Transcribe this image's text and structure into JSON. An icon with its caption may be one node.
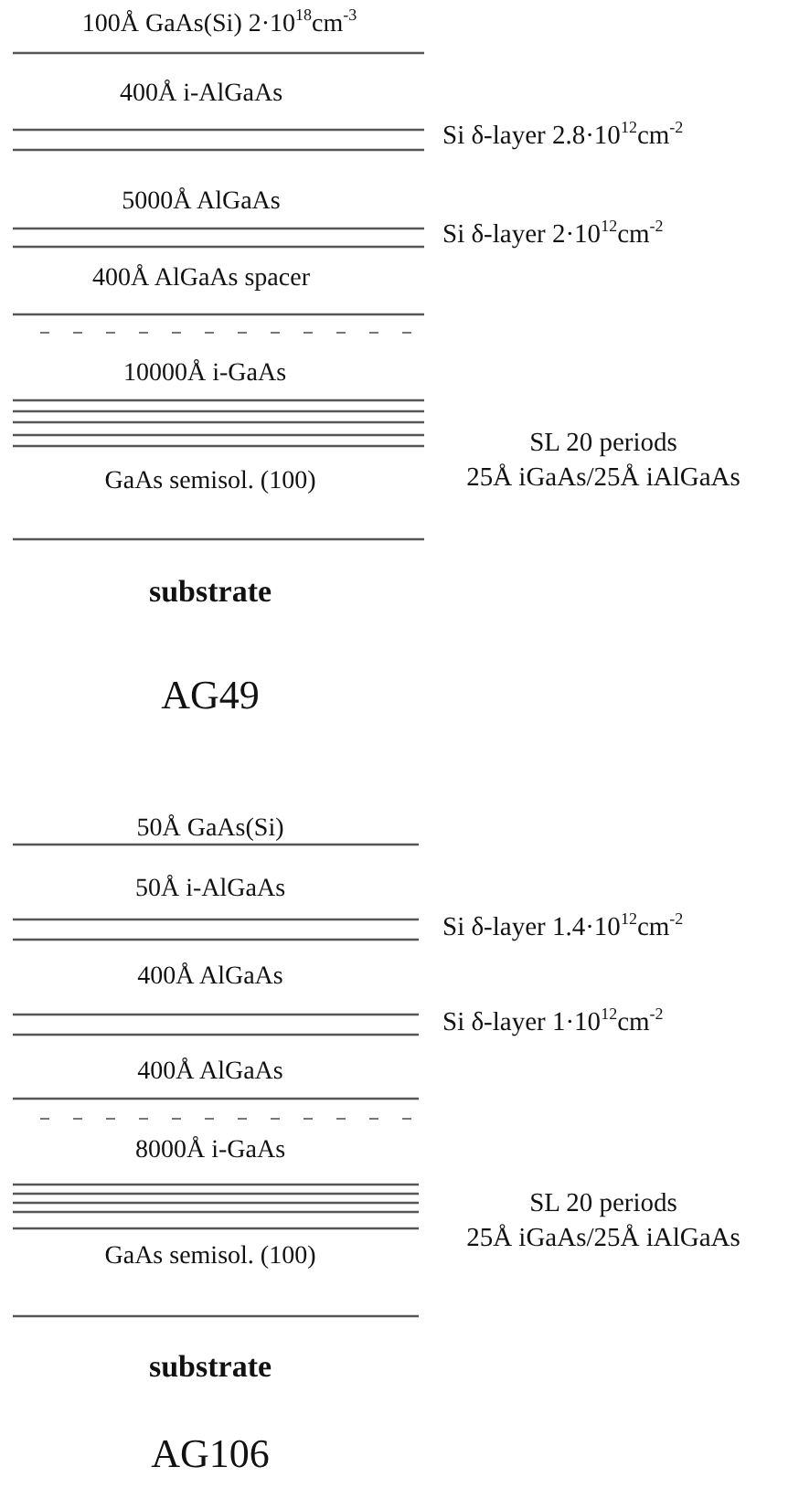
{
  "diagram": {
    "labels": [
      "100Å  GaAs(Si)  2·10$^{18}$cm$^{-3}$",
      "400Å  i-AlGaAs",
      "Si δ-layer 2.8·10$^{12}$cm$^{-2}$",
      "5000Å  AlGaAs",
      "Si δ-layer 2·10$^{12}$cm$^{-2}$",
      "400Å  AlGaAs spacer",
      "10000Å  i-GaAs",
      "SL 20 periods",
      "25Å  iGaAs/25Å  iAlGaAs",
      "GaAs semisol. (100)",
      "substrate",
      "AG49",
      "50Å  GaAs(Si)",
      "50Å  i-AlGaAs",
      "Si δ-layer 1.4·10$^{12}$cm$^{-2}$",
      "400Å  AlGaAs",
      "Si δ-layer 1·10$^{12}$cm$^{-2}$",
      "400Å  AlGaAs",
      "8000Å  i-GaAs",
      "SL 20 periods",
      "25Å iGaAs/25Å iAlGaAs",
      "GaAs semisol. (100)",
      "substrate",
      "AG106"
    ]
  }
}
